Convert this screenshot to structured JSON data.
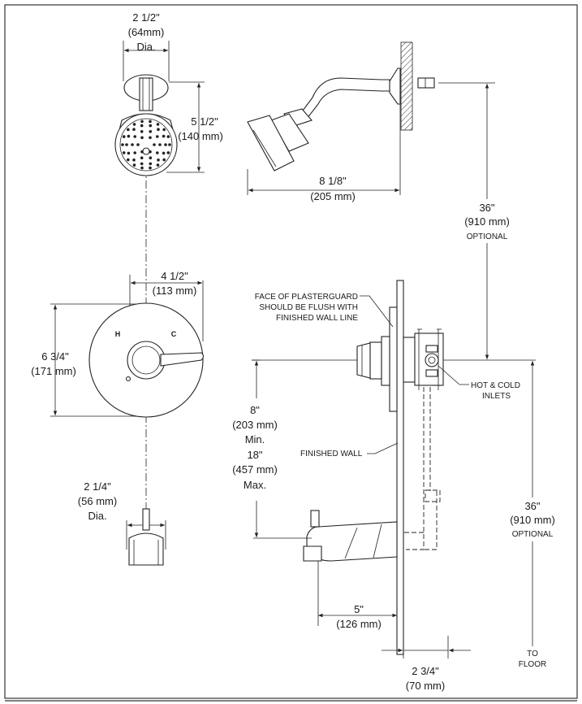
{
  "front_view": {
    "showerhead": {
      "dia_in": "2 1/2\"",
      "dia_mm": "(64mm)",
      "dia_note": "Dia.",
      "height_in": "5 1/2\"",
      "height_mm": "(140 mm)"
    },
    "valve_trim": {
      "width_in": "4 1/2\"",
      "width_mm": "(113 mm)",
      "height_in": "6 3/4\"",
      "height_mm": "(171 mm)",
      "hot_label": "H",
      "cold_label": "C"
    },
    "tub_spout": {
      "dia_in": "2 1/4\"",
      "dia_mm": "(56 mm)",
      "dia_note": "Dia."
    }
  },
  "side_view": {
    "arm_reach_in": "8 1/8\"",
    "arm_reach_mm": "(205 mm)",
    "shower_height_in": "36\"",
    "shower_height_mm": "(910 mm)",
    "shower_height_note": "OPTIONAL",
    "plasterguard_note": [
      "FACE OF PLASTERGUARD",
      "SHOULD BE FLUSH WITH",
      "FINISHED WALL LINE"
    ],
    "inlets_note": [
      "HOT & COLD",
      "INLETS"
    ],
    "finished_wall_note": "FINISHED WALL",
    "spout_min_in": "8\"",
    "spout_min_mm": "(203 mm)",
    "spout_min_note": "Min.",
    "spout_max_in": "18\"",
    "spout_max_mm": "(457 mm)",
    "spout_max_note": "Max.",
    "valve_height_in": "36\"",
    "valve_height_mm": "(910 mm)",
    "valve_height_note": "OPTIONAL",
    "floor_note": [
      "TO",
      "FLOOR"
    ],
    "spout_reach_in": "5\"",
    "spout_reach_mm": "(126 mm)",
    "wall_depth_in": "2 3/4\"",
    "wall_depth_mm": "(70 mm)"
  }
}
